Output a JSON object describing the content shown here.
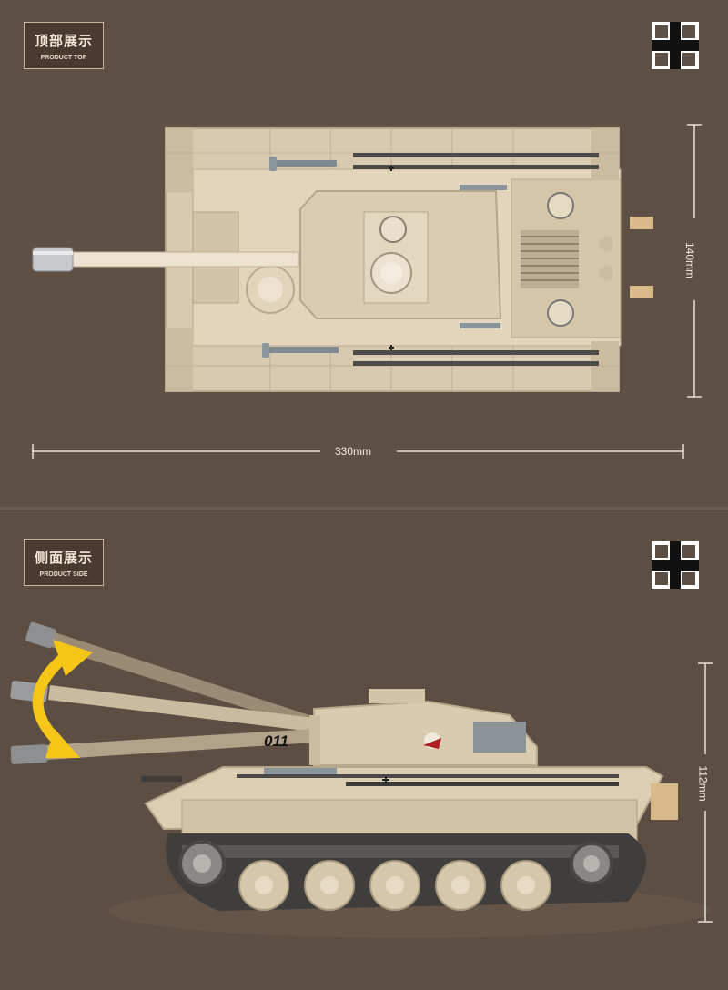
{
  "top_section": {
    "badge_cn": "顶部展示",
    "badge_en": "PRODUCT TOP",
    "width_label": "330mm",
    "height_label": "140mm"
  },
  "side_section": {
    "badge_cn": "侧面展示",
    "badge_en": "PRODUCT SIDE",
    "height_label": "112mm",
    "hull_number": "011"
  },
  "colors": {
    "background": "#5f5046",
    "tank_beige": "#d9cbb0",
    "track_grey": "#4b4a49",
    "arrow_yellow": "#f5c518"
  },
  "icons": [
    "balkenkreuz-icon",
    "balkenkreuz-icon"
  ]
}
